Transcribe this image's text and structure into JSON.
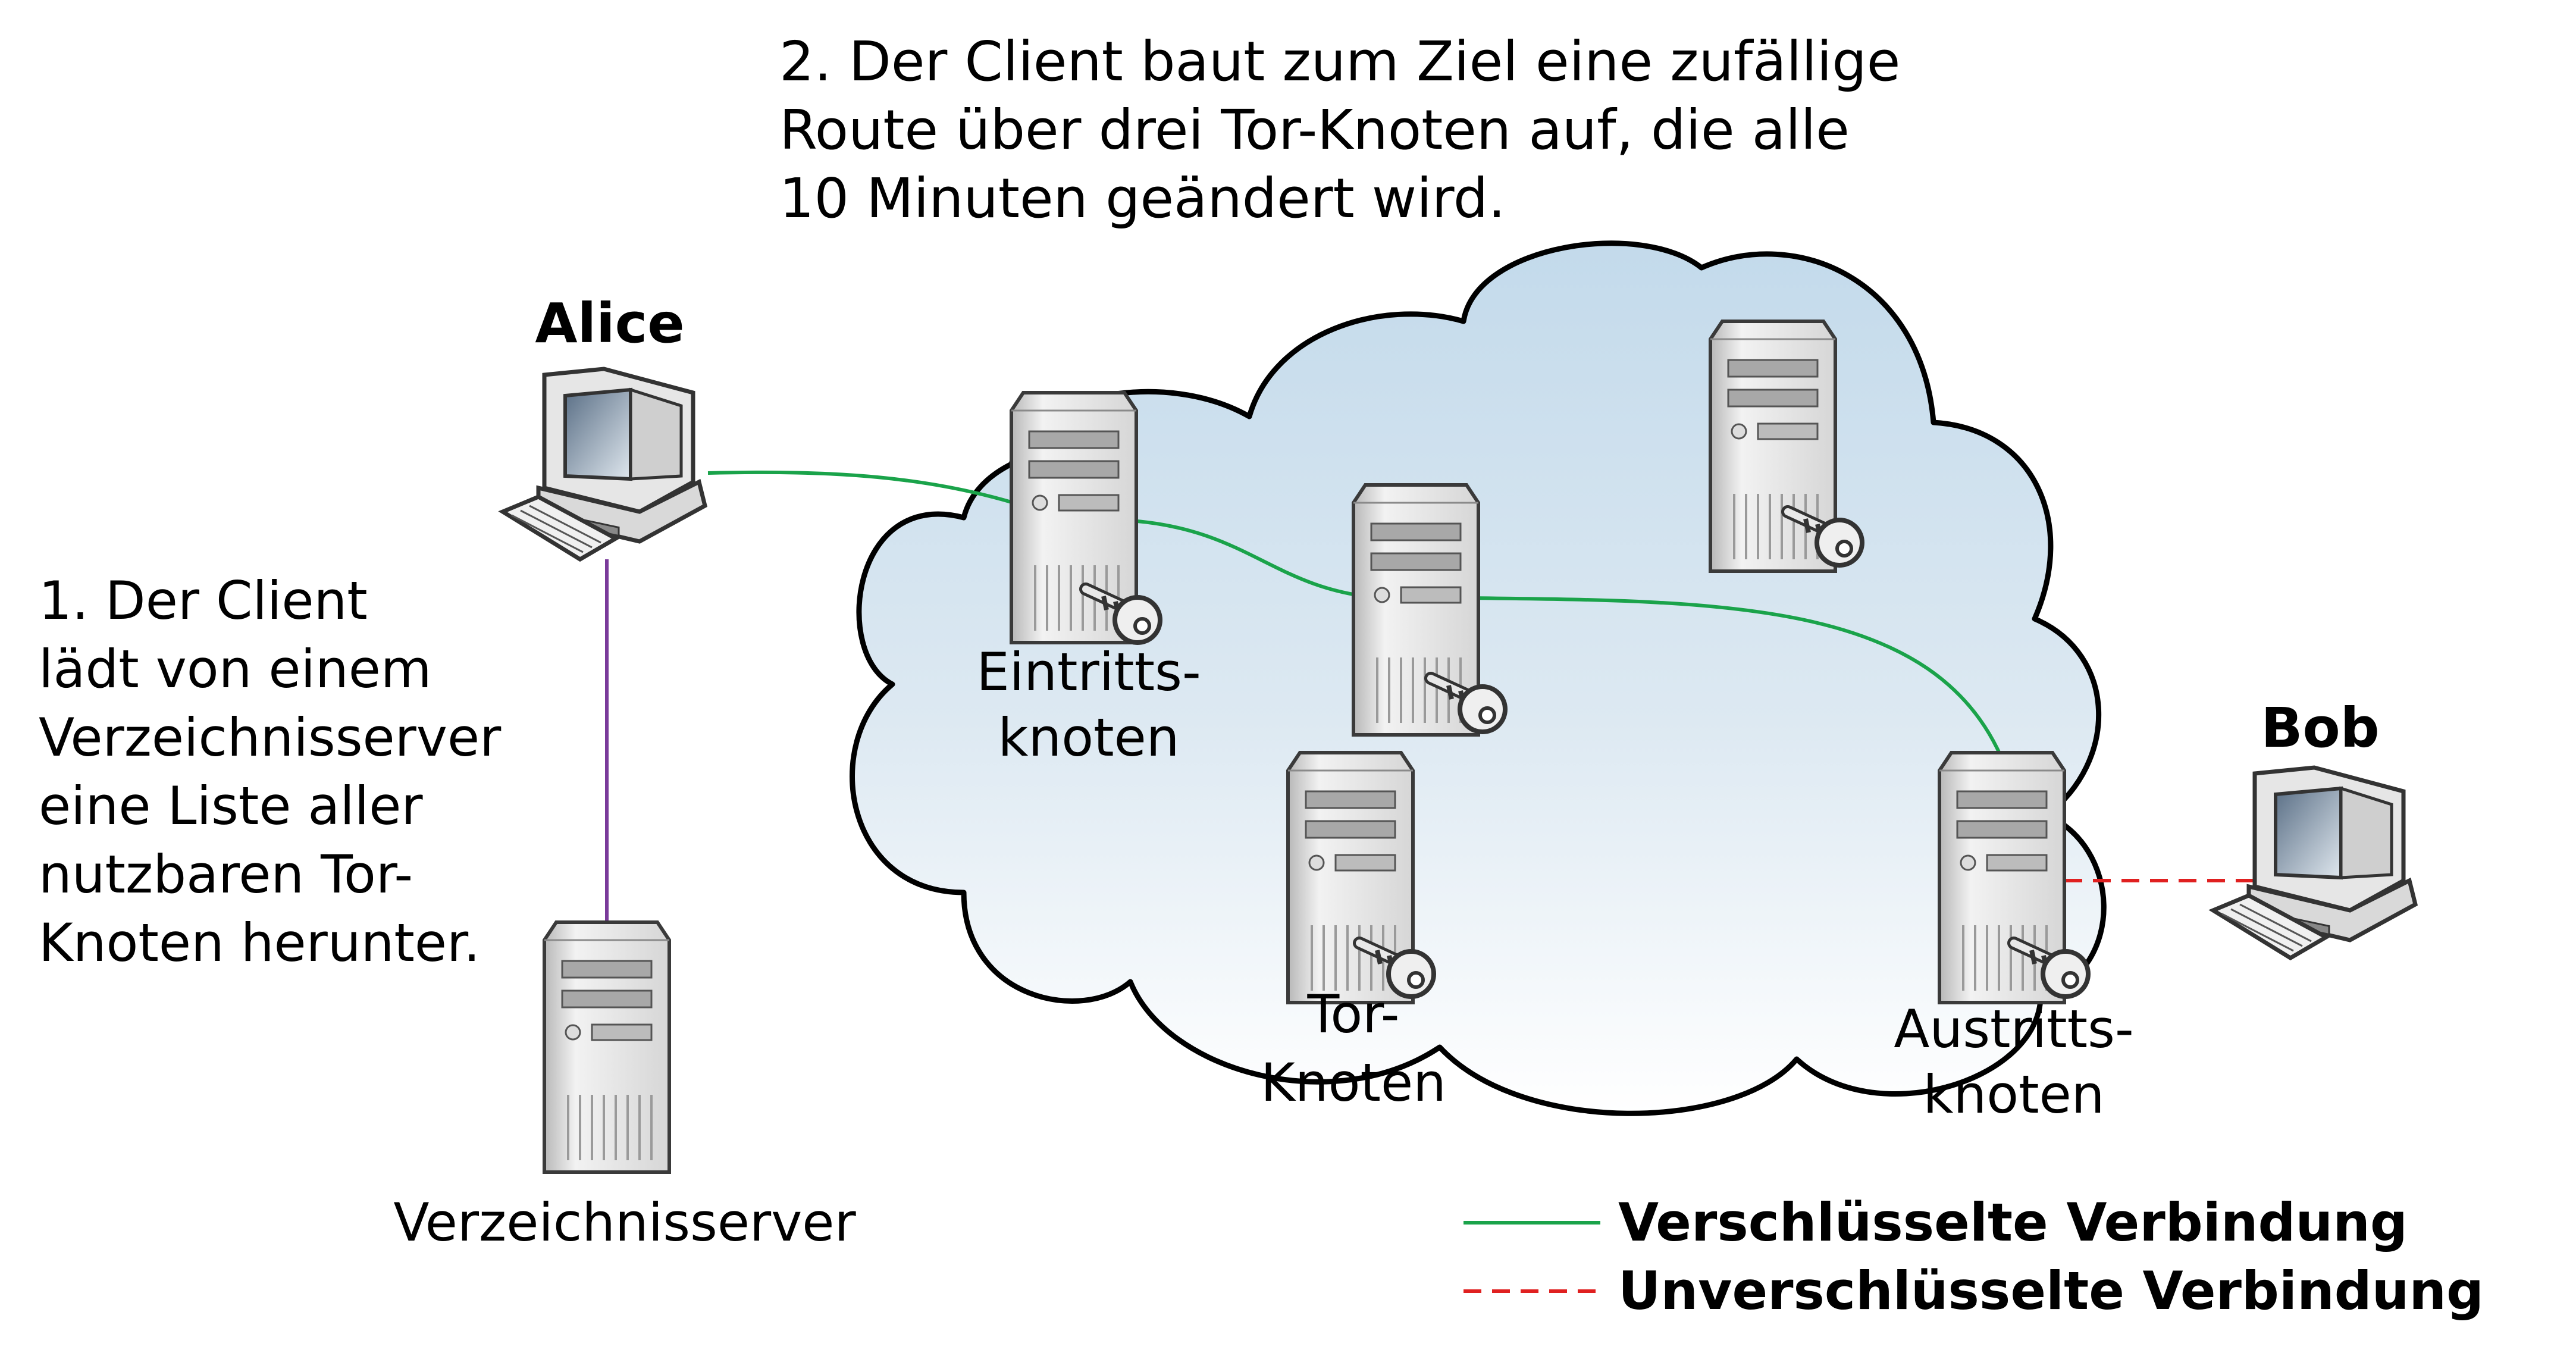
{
  "step2": {
    "line1": "2. Der Client baut zum Ziel eine zufällige",
    "line2": "Route über drei Tor-Knoten auf, die alle",
    "line3": "10 Minuten geändert wird."
  },
  "step1": {
    "line1": "1. Der Client",
    "line2": "lädt von einem",
    "line3": "Verzeichnisserver",
    "line4": "eine Liste aller",
    "line5": "nutzbaren Tor-",
    "line6": "Knoten herunter."
  },
  "actors": {
    "alice": "Alice",
    "bob": "Bob"
  },
  "nodes": {
    "entry_line1": "Eintritts-",
    "entry_line2": "knoten",
    "tor_line1": "Tor-",
    "tor_line2": "Knoten",
    "exit_line1": "Austritts-",
    "exit_line2": "knoten",
    "directory": "Verzeichnisserver"
  },
  "legend": {
    "encrypted": "Verschlüsselte Verbindung",
    "unencrypted": "Unverschlüsselte Verbindung"
  },
  "colors": {
    "encrypted_line": "#1aa34a",
    "unencrypted_line": "#e02020",
    "directory_line": "#7a3a9a",
    "cloud_top": "#c6dcec",
    "cloud_bottom": "#ffffff"
  }
}
